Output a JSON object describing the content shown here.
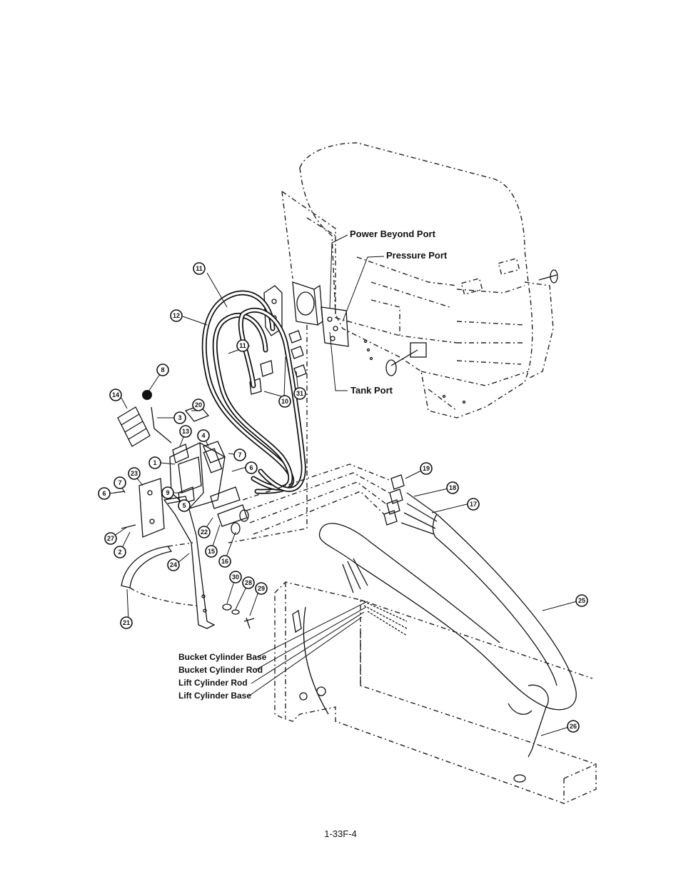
{
  "labels": {
    "power_beyond_port": "Power Beyond Port",
    "pressure_port": "Pressure Port",
    "tank_port": "Tank Port",
    "bucket_cylinder_base": "Bucket Cylinder Base",
    "bucket_cylinder_rod": "Bucket Cylinder Rod",
    "lift_cylinder_rod": "Lift Cylinder Rod",
    "lift_cylinder_base": "Lift Cylinder Base"
  },
  "callouts": {
    "c1": "1",
    "c2": "2",
    "c3": "3",
    "c4": "4",
    "c5": "5",
    "c6a": "6",
    "c6b": "6",
    "c7a": "7",
    "c7b": "7",
    "c8": "8",
    "c9": "9",
    "c10": "10",
    "c11a": "11",
    "c11b": "11",
    "c12": "12",
    "c13": "13",
    "c14": "14",
    "c15": "15",
    "c16": "16",
    "c17": "17",
    "c18": "18",
    "c19": "19",
    "c20": "20",
    "c21": "21",
    "c22": "22",
    "c23": "23",
    "c24": "24",
    "c25": "25",
    "c26": "26",
    "c27": "27",
    "c28": "28",
    "c29": "29",
    "c30": "30",
    "c31": "31"
  },
  "page_number": "1-33F-4"
}
